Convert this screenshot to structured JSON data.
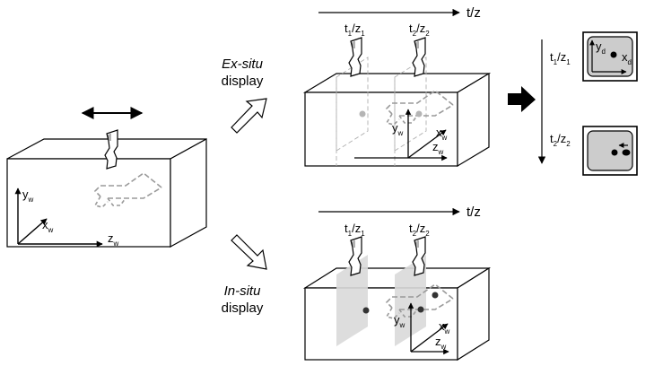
{
  "labels": {
    "ex_situ": "Ex-situ",
    "in_situ": "In-situ",
    "display": "display",
    "time_axis": "t/z",
    "t": "t",
    "z": "z",
    "one": "1",
    "two": "2",
    "slash": "/",
    "x": "x",
    "y": "y",
    "w": "w",
    "d": "d"
  },
  "colors": {
    "ink": "#000000",
    "panel_fill": "#cccccc",
    "slice_fill": "#d9d9d9",
    "dash": "#9a9a9a",
    "dot": "#333333"
  },
  "icons": {
    "double_arrow": "double-arrow-icon",
    "probe": "probe-icon",
    "hollow_arrow": "hollow-arrow-icon",
    "solid_arrow": "solid-arrow-icon",
    "display_panel": "display-panel-icon"
  }
}
